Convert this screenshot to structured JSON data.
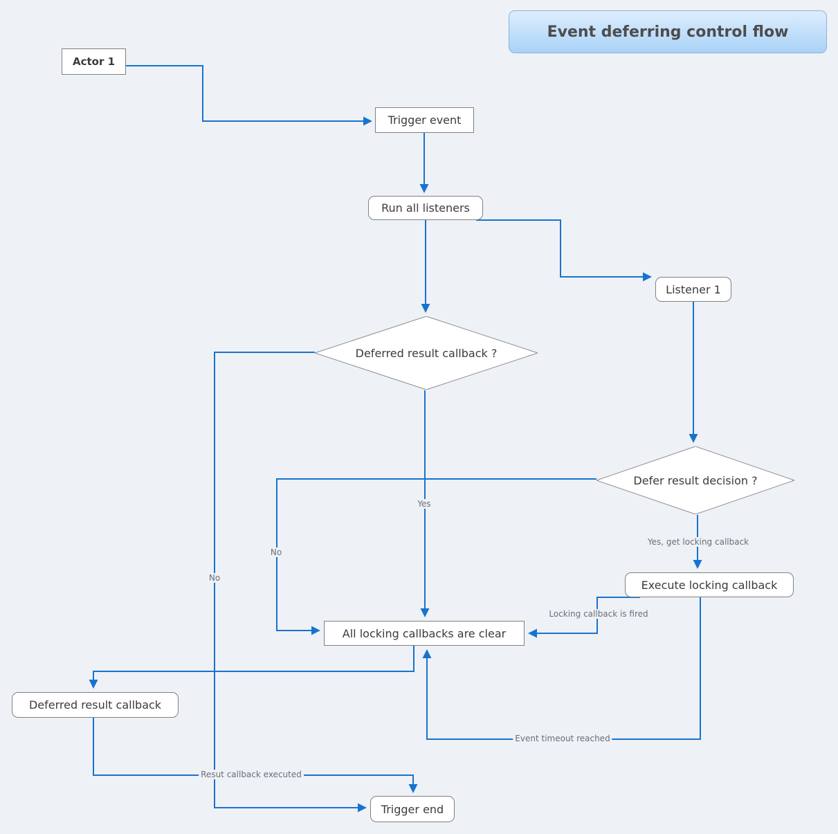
{
  "title": "Event deferring control flow",
  "nodes": {
    "actor1": {
      "label": "Actor 1"
    },
    "trigger_event": {
      "label": "Trigger event"
    },
    "run_all_listeners": {
      "label": "Run all listeners"
    },
    "listener1": {
      "label": "Listener 1"
    },
    "deferred_result_callback_q": {
      "label": "Deferred result callback ?"
    },
    "defer_result_decision_q": {
      "label": "Defer result decision ?"
    },
    "execute_locking_callback": {
      "label": "Execute locking callback"
    },
    "all_locking_callbacks_clear": {
      "label": "All locking callbacks are clear"
    },
    "deferred_result_callback": {
      "label": "Deferred result callback"
    },
    "trigger_end": {
      "label": "Trigger end"
    }
  },
  "edge_labels": {
    "yes": "Yes",
    "no_defer_decision": "No",
    "no_deferred_callback": "No",
    "yes_get_locking_callback": "Yes, get locking callback",
    "locking_callback_fired": "Locking callback is fired",
    "event_timeout_reached": "Event timeout reached",
    "result_callback_executed": "Resut callback executed"
  },
  "colors": {
    "background": "#eef1f6",
    "edge": "#1773cf",
    "node_border": "#808080",
    "node_bg": "#ffffff",
    "node_text": "#3b3b3b",
    "label_text": "#6b6f76",
    "title_bg_top": "#ddeefd",
    "title_bg_bottom": "#a9d2f7",
    "title_border": "#8fb2d9",
    "title_text": "#4d4d4d"
  }
}
